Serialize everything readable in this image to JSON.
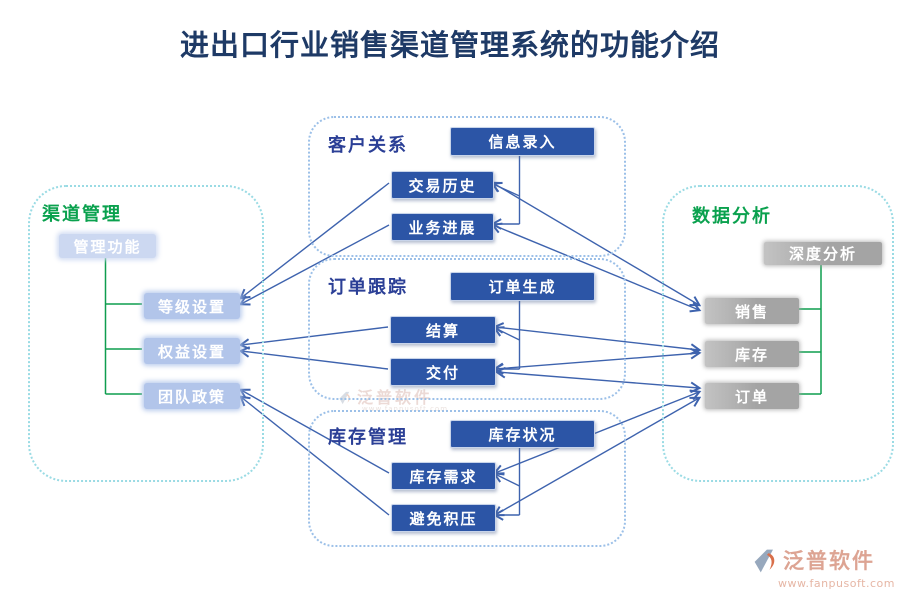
{
  "title": "进出口行业销售渠道管理系统的功能介绍",
  "panels": {
    "channel": {
      "title": "渠道管理",
      "header": "管理功能",
      "items": [
        "等级设置",
        "权益设置",
        "团队政策"
      ]
    },
    "customer": {
      "title": "客户关系",
      "header": "信息录入",
      "items": [
        "交易历史",
        "业务进展"
      ]
    },
    "order": {
      "title": "订单跟踪",
      "header": "订单生成",
      "items": [
        "结算",
        "交付"
      ]
    },
    "inventory": {
      "title": "库存管理",
      "header": "库存状况",
      "items": [
        "库存需求",
        "避免积压"
      ]
    },
    "analysis": {
      "title": "数据分析",
      "header": "深度分析",
      "items": [
        "销售",
        "库存",
        "订单"
      ]
    }
  },
  "relations": {
    "internal": [
      "信息录入→交易历史",
      "信息录入→业务进展",
      "订单生成→结算",
      "订单生成→交付",
      "库存状况→库存需求",
      "库存状况→避免积压"
    ],
    "to_channel": [
      "交易历史→等级设置",
      "业务进展→等级设置",
      "结算→权益设置",
      "交付→权益设置",
      "库存需求→团队政策",
      "避免积压→团队政策"
    ],
    "to_analysis": [
      "交易历史↔销售",
      "业务进展↔销售",
      "结算↔库存",
      "交付↔库存",
      "交付↔订单",
      "库存需求↔订单",
      "避免积压↔订单"
    ],
    "tree_channel": [
      "管理功能—等级设置",
      "管理功能—权益设置",
      "管理功能—团队政策"
    ],
    "tree_analysis": [
      "深度分析—销售",
      "深度分析—库存",
      "深度分析—订单"
    ]
  },
  "colors": {
    "title_text": "#1e3a66",
    "panel_title_green": "#0aa14e",
    "panel_title_navy": "#2b3f96",
    "dark_box": "#2c55a6",
    "light_box": "#b2c5ea",
    "gray_box": "#a8a8a8",
    "arrow_blue": "#3e63ae",
    "tree_green": "#0f9d4f",
    "panel_border_cyan": "#9adbe4",
    "panel_border_blue": "#9cc0e8",
    "logo_text": "#dda493"
  },
  "watermark": {
    "text": "泛普软件",
    "url": "www.fanpusoft.com"
  },
  "logo": {
    "text": "泛普软件",
    "url": "www.fanpusoft.com"
  }
}
